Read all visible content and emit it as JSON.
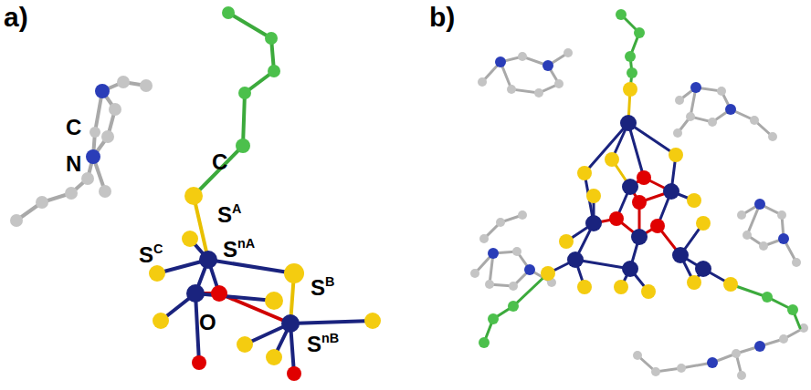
{
  "diagram": {
    "labels": [
      "a)",
      "C",
      "N",
      "C",
      "SA",
      "SC",
      "SnA",
      "SB",
      "O",
      "SnB",
      "b)"
    ]
  }
}
